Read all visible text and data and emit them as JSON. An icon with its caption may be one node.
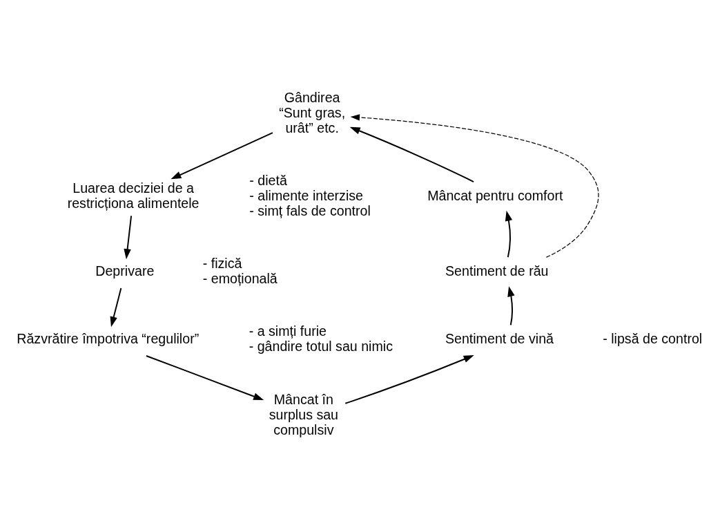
{
  "diagram": {
    "nodes": [
      {
        "text": [
          "Gândirea",
          "“Sunt gras, urât” etc."
        ]
      },
      {
        "text": [
          "Luarea deciziei de a restricționa alimentele"
        ],
        "beside": [
          "- dietă",
          "- alimente interzise",
          "- simț fals de control"
        ]
      },
      {
        "text": [
          "Deprivare"
        ],
        "beside": [
          "- fizică",
          "- emoțională"
        ]
      },
      {
        "text": [
          "Răzvrătire împotriva “regulilor”"
        ],
        "beside": [
          "- a simți furie",
          "- gândire totul sau nimic"
        ]
      },
      {
        "text": [
          "Mâncat în surplus sau compulsiv"
        ]
      },
      {
        "text": [
          "Sentiment de vină"
        ],
        "beside": [
          "- lipsă de control"
        ]
      },
      {
        "text": [
          "Sentiment de rău"
        ]
      },
      {
        "text": [
          "Mâncat pentru comfort"
        ]
      }
    ],
    "edges": [
      {
        "from": 0,
        "to": 1,
        "arrow": "to"
      },
      {
        "from": 1,
        "to": 2,
        "arrow": "to"
      },
      {
        "from": 2,
        "to": 3,
        "arrow": "to"
      },
      {
        "from": 3,
        "to": 4,
        "arrow": "to"
      },
      {
        "from": 4,
        "to": 5,
        "arrow": "to"
      },
      {
        "from": 5,
        "to": 6,
        "arrow": "to"
      },
      {
        "from": 6,
        "to": 7,
        "arrow": "to"
      },
      {
        "from": 7,
        "to": 0,
        "arrow": "to"
      },
      {
        "from": 6,
        "to": 0,
        "arrow": "to",
        "style": "dashed"
      }
    ]
  }
}
